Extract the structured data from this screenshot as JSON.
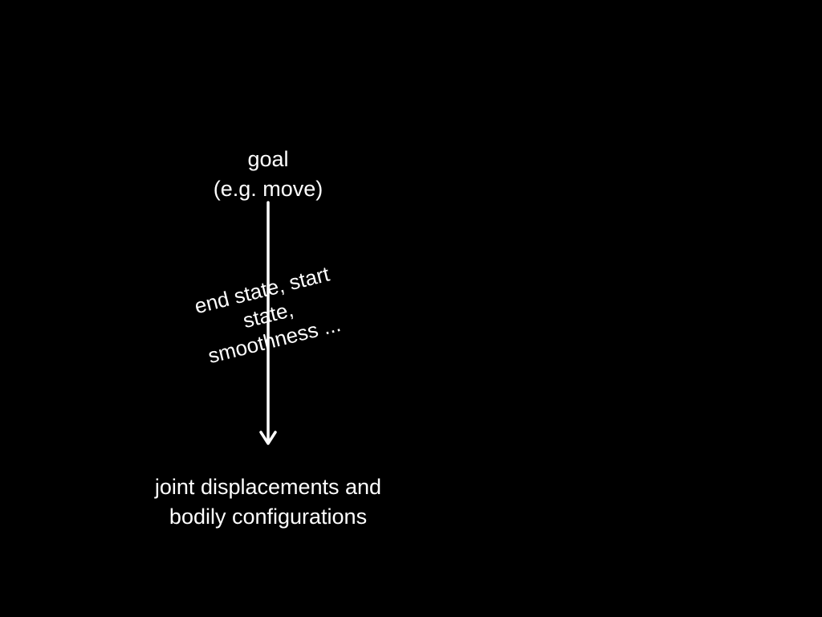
{
  "diagram": {
    "top_node": {
      "line1": "goal",
      "line2": "(e.g. move)"
    },
    "edge_label": {
      "line1": "end state, start",
      "line2": "state,",
      "line3": "smoothness ..."
    },
    "bottom_node": {
      "line1": "joint displacements and",
      "line2": "bodily configurations"
    }
  },
  "colors": {
    "background": "#000000",
    "foreground": "#ffffff"
  }
}
